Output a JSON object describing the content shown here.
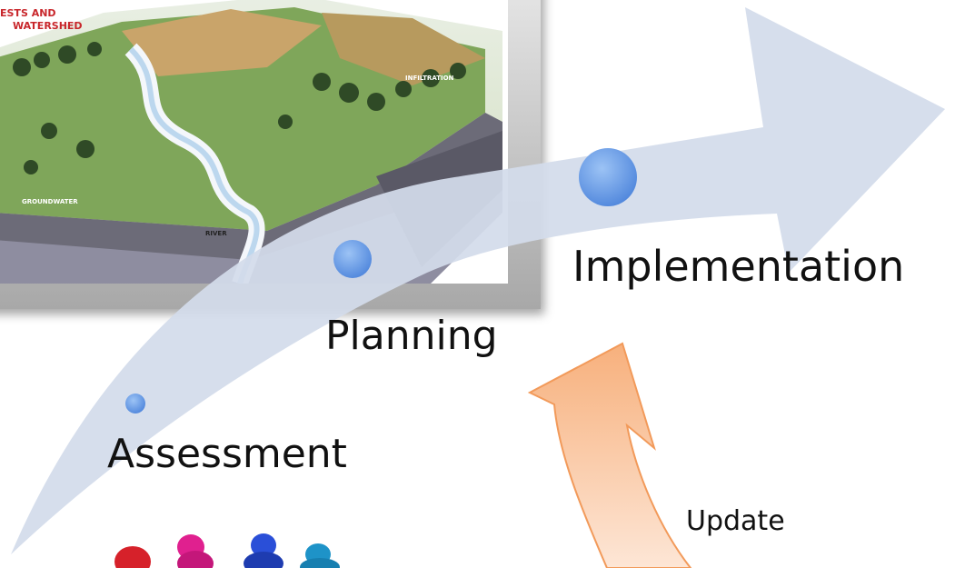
{
  "stages": [
    {
      "id": "assessment",
      "label": "Assessment"
    },
    {
      "id": "planning",
      "label": "Planning"
    },
    {
      "id": "implementation",
      "label": "Implementation"
    }
  ],
  "feedback": {
    "label": "Update"
  },
  "illustration": {
    "caption": "ESTS AND WATERSHED",
    "annotations": [
      "INFILTRATION",
      "GROUNDWATER",
      "RIVER"
    ]
  },
  "colors": {
    "arrow": "#d3dbeb",
    "dot": "#5b93e5",
    "update_arrow": "#f8b98a",
    "update_arrow_edge": "#f29a5a"
  }
}
